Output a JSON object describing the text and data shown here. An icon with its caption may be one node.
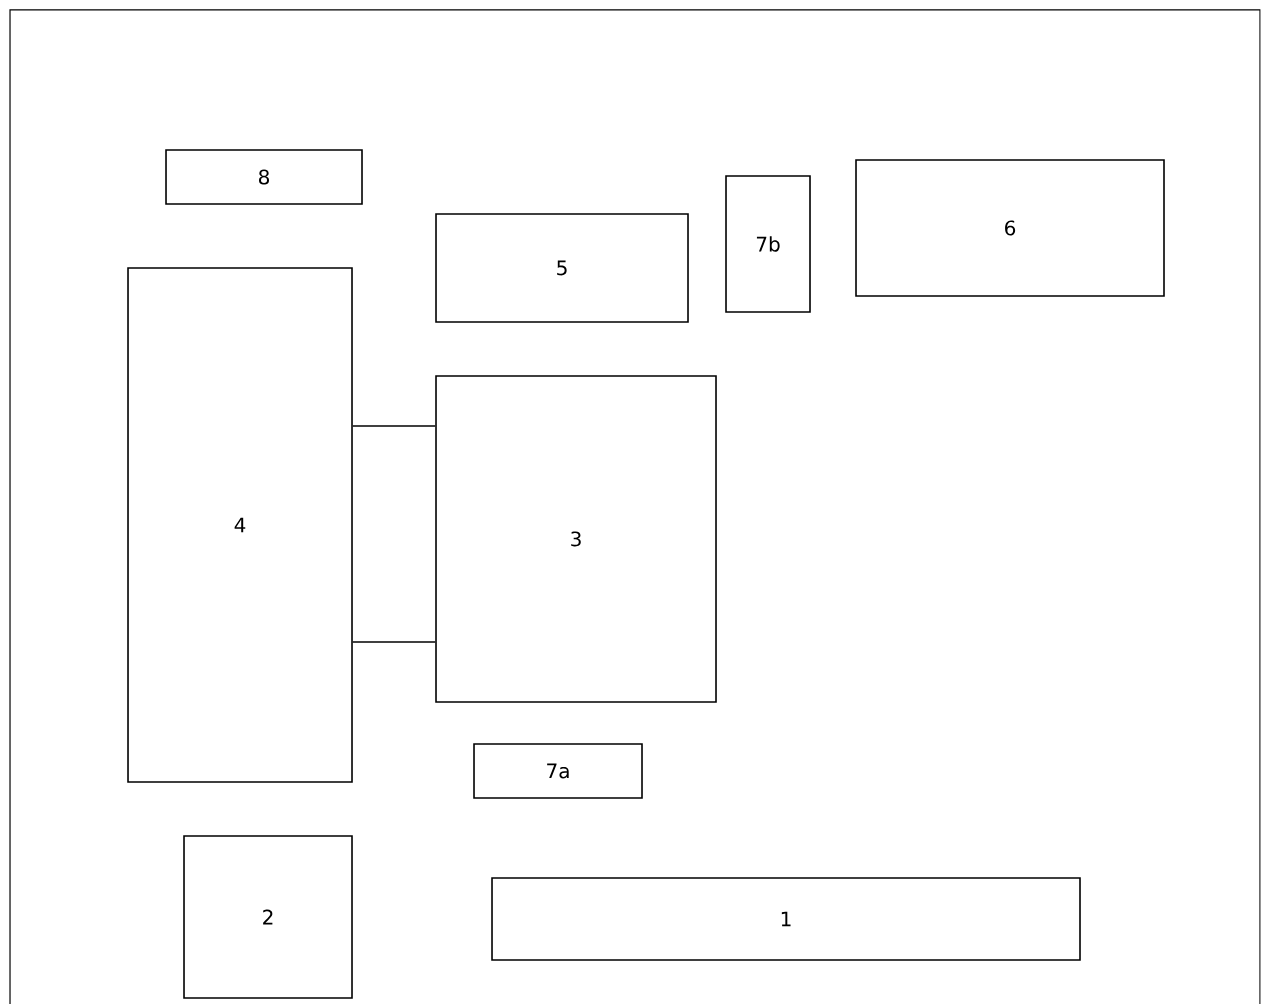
{
  "diagram": {
    "nodes": [
      {
        "text": [
          "8"
        ]
      },
      {
        "text": [
          "5"
        ]
      },
      {
        "text": [
          "7b"
        ]
      },
      {
        "text": [
          "6"
        ]
      },
      {
        "text": [
          "4"
        ]
      },
      {
        "text": [
          "3"
        ]
      },
      {
        "text": [
          "7a"
        ]
      },
      {
        "text": [
          "2"
        ]
      },
      {
        "text": [
          "1"
        ]
      }
    ],
    "edges": [
      {
        "from": 4,
        "to": 5,
        "arrow": "none"
      },
      {
        "from": 4,
        "to": 5,
        "arrow": "none"
      }
    ]
  }
}
